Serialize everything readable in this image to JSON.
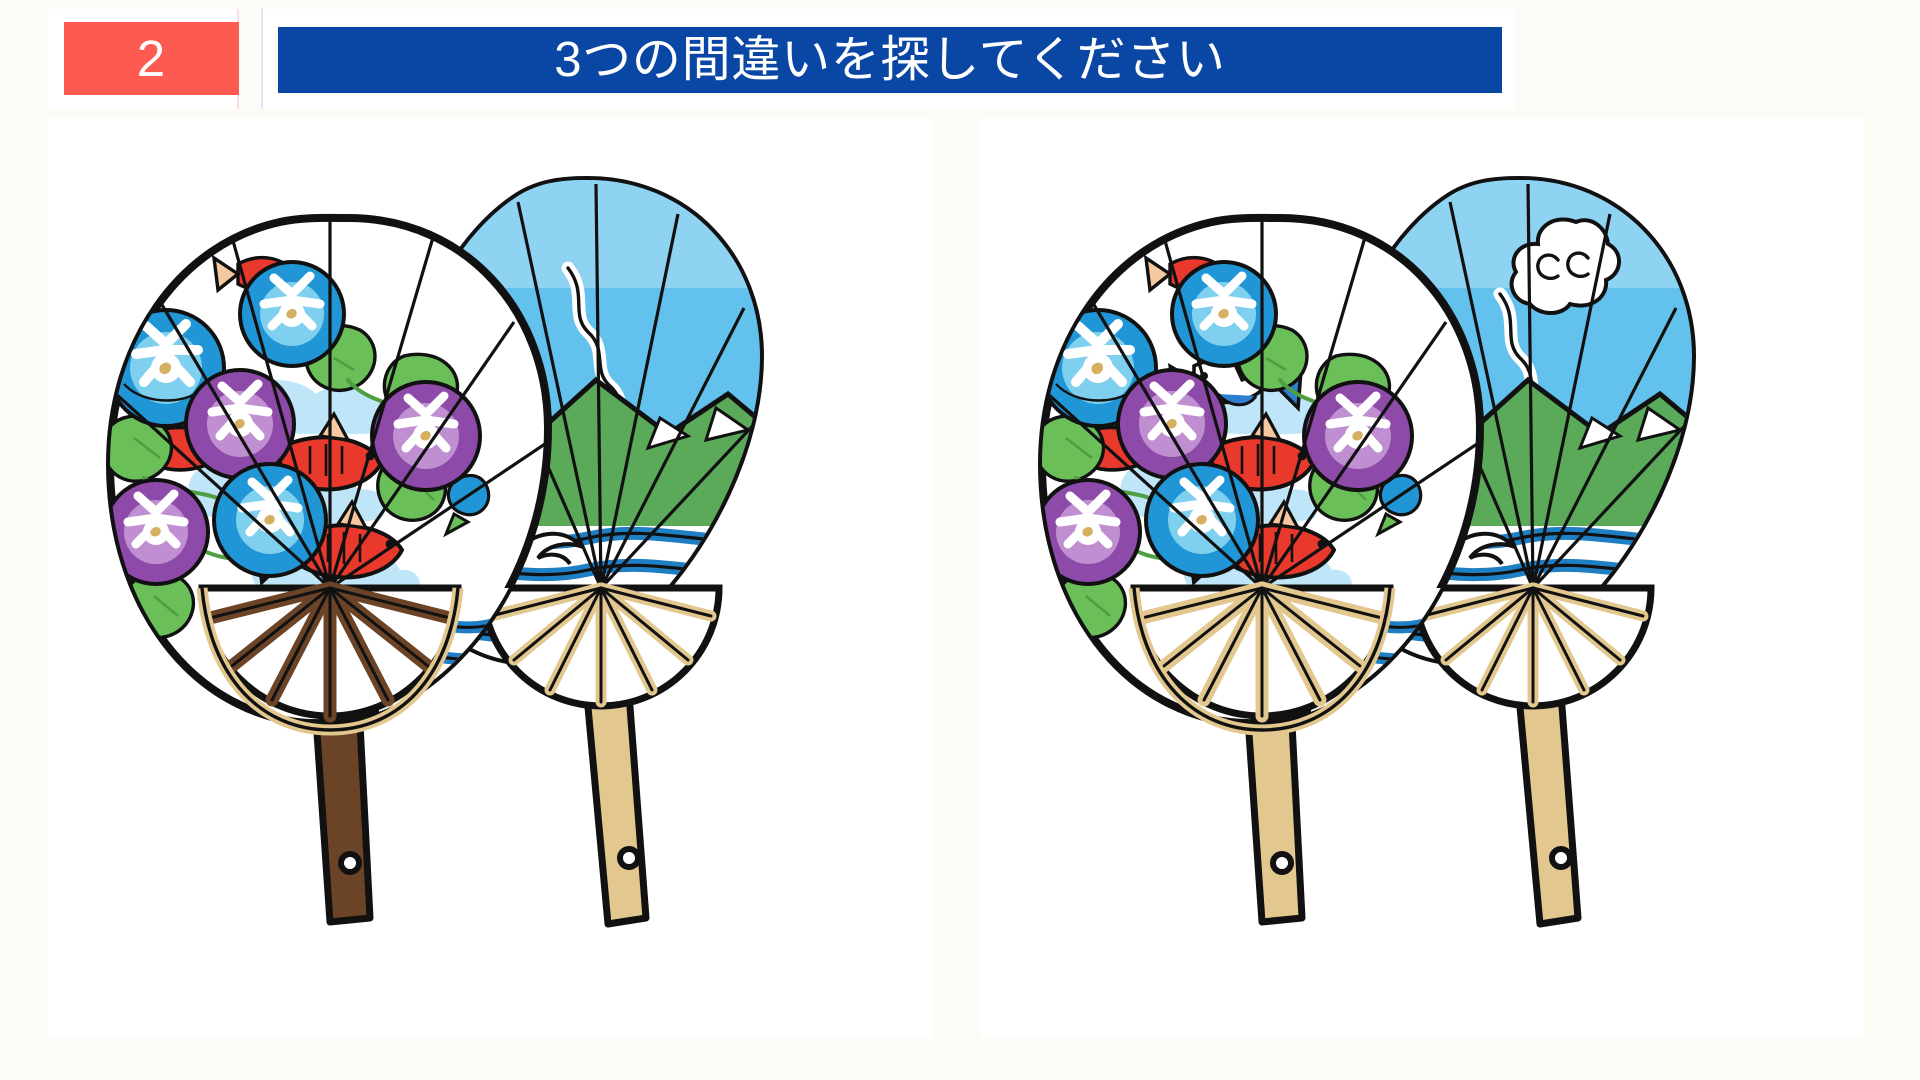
{
  "header": {
    "number_badge": "2",
    "title": "3つの間違いを探してください",
    "badge_color": "#fd5a52",
    "title_bar_color": "#0a47a4",
    "title_text_color": "#ffffff",
    "page_background": "#fdfbf5",
    "panel_background": "#ffffff"
  },
  "puzzle": {
    "type": "spot-the-difference",
    "difference_count": 3,
    "subject": "Japanese uchiwa round fans with morning glories, goldfish, clouds, mountains and waves",
    "panels": [
      {
        "id": "left",
        "label": "original-image"
      },
      {
        "id": "right",
        "label": "modified-image"
      }
    ],
    "differences": [
      "Front fan ribs and handle are dark brown on the left and pale tan on the right",
      "A blue fish appears near the centre of the right fan that is absent on the left",
      "A spiral cloud motif is drawn in the upper right of the rear fan only on the right"
    ]
  },
  "artwork": {
    "palette": {
      "outline": "#111111",
      "flower_blue": "#2196d6",
      "flower_blue_inner": "#7fd0ef",
      "flower_purple": "#8e4aa8",
      "flower_purple_inner": "#c08fd2",
      "flower_center": "#ffffff",
      "stamen": "#d4b060",
      "leaf_green": "#6bbf59",
      "leaf_green_dark": "#4f9e41",
      "fish_red": "#e8392c",
      "fish_orange": "#f4803a",
      "fish_pale": "#f6c8a0",
      "fish_blue": "#2f7fd0",
      "sky_blue": "#63c1ee",
      "sky_pale": "#bfe6f8",
      "mountain_green": "#5aaa5a",
      "mountain_blue": "#1f7fc4",
      "wave_blue": "#1f7fc4",
      "rib_brown": "#6b4326",
      "rib_tan": "#e2c78e",
      "handle_brown": "#6b4326",
      "handle_tan": "#e2c78e",
      "paper_white": "#ffffff"
    },
    "front_fan": {
      "ribs_left": "#6b4326",
      "ribs_right": "#e2c78e",
      "handle_left": "#6b4326",
      "handle_right": "#e2c78e"
    },
    "rear_fan": {
      "ribs": "#e2c78e",
      "handle": "#e2c78e",
      "has_spiral_cloud_left": false,
      "has_spiral_cloud_right": true
    },
    "extra_fish_right": {
      "color": "#2f7fd0",
      "position": "center of front fan"
    }
  }
}
